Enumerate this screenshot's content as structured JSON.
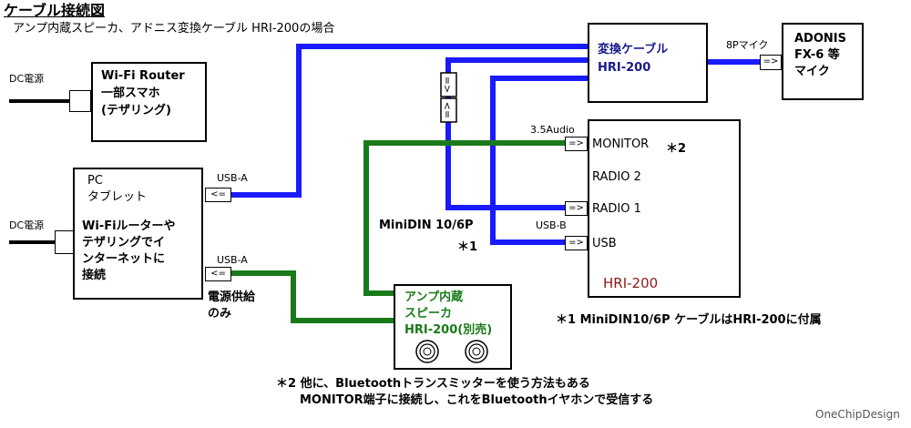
{
  "title": "ケーブル接続図",
  "subtitle": "アンプ内蔵スピーカ、アドニス変換ケーブル HRI-200の場合",
  "router": {
    "dc_label": "DC電源",
    "text": "Wi-Fi Router\n一部スマホ\n(テザリング)"
  },
  "pc": {
    "dc_label": "DC電源",
    "title": "PC\nタブレット",
    "desc": "Wi-Fiルーターや\nテザリングでイ\nンターネットに\n接続",
    "usb_a_top": "USB-A",
    "usb_a_bottom": "USB-A",
    "power_note": "電源供給\nのみ"
  },
  "cable": {
    "text": "変換ケーブル\nHRI-200",
    "mic_conn_label": "8Pマイク"
  },
  "adonis": {
    "text": "ADONIS\nFX-6 等\nマイク"
  },
  "hri": {
    "audio_label": "3.5Audio",
    "monitor": "MONITOR",
    "note_mark": "＊2",
    "radio2": "RADIO 2",
    "radio1": "RADIO 1",
    "usb_b_label": "USB-B",
    "usb": "USB",
    "name": "HRI-200"
  },
  "minidin": {
    "label": "MiniDIN 10/6P",
    "note": "＊1"
  },
  "speaker": {
    "text": "アンプ内蔵\nスピーカ\nHRI-200(別売)"
  },
  "footnote1": "＊1 MiniDIN10/6P ケーブルはHRI-200に付属",
  "footnote2": "＊2 他に、Bluetoothトランスミッターを使う方法もある\n　　MONITOR端子に接続し、これをBluetoothイヤホンで受信する",
  "credit": "OneChipDesign",
  "colors": {
    "blue": "#1a1aff",
    "green": "#1a7a1a",
    "hri_name": "#8b1a1a",
    "cable_text": "#1a1a8b"
  }
}
